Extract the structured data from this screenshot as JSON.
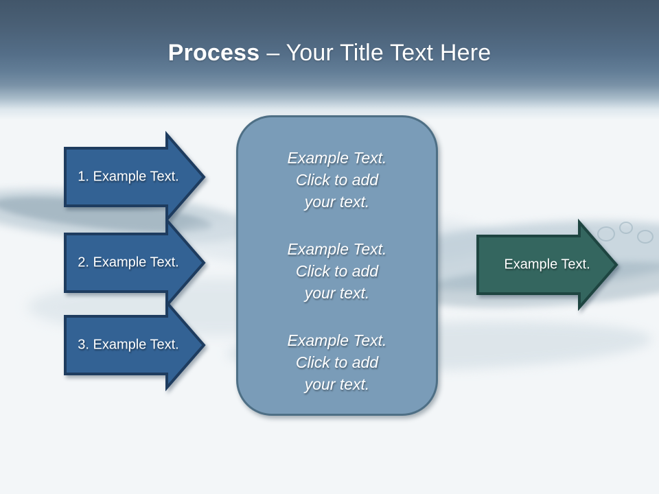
{
  "title": {
    "bold_text": "Process",
    "regular_text": "– Your Title Text Here"
  },
  "process_steps": [
    {
      "label": "1. Example Text."
    },
    {
      "label": "2. Example Text."
    },
    {
      "label": "3. Example Text."
    }
  ],
  "center_box": {
    "text_blocks": [
      [
        "Example Text.",
        "Click  to add",
        "your text."
      ],
      [
        "Example Text.",
        "Click  to add",
        "your text."
      ],
      [
        "Example Text.",
        "Click  to add",
        "your text."
      ]
    ]
  },
  "result_arrow": {
    "label": "Example Text."
  },
  "colors": {
    "header_top": "#42566a",
    "step_arrow_fill": "#336294",
    "step_arrow_border": "#1e3c5f",
    "center_box_fill": "#7a9cb8",
    "center_box_border": "#4e6f85",
    "result_arrow_fill": "#34665f",
    "result_arrow_border": "#1e4541",
    "text": "#ffffff"
  }
}
